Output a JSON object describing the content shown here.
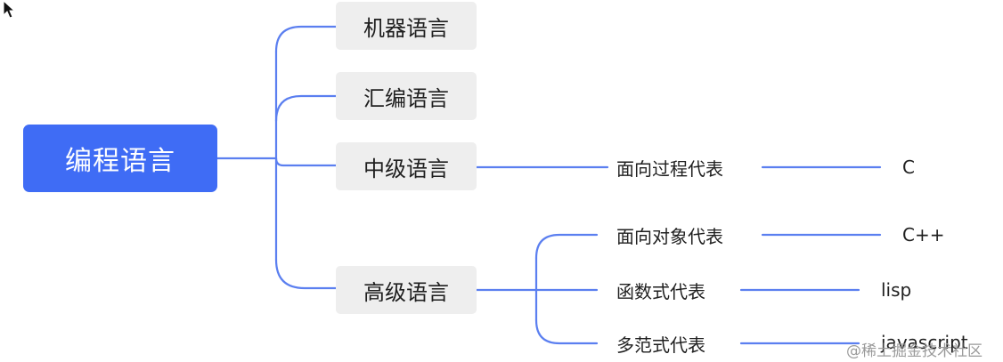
{
  "colors": {
    "root_bg": "#3f6cf5",
    "branch_bg": "#eeeeee",
    "connector": "#5b7ff0",
    "text": "#1f1f1f"
  },
  "mindmap": {
    "root": "编程语言",
    "branches": [
      {
        "label": "机器语言",
        "children": []
      },
      {
        "label": "汇编语言",
        "children": []
      },
      {
        "label": "中级语言",
        "children": [
          {
            "label": "面向过程代表",
            "children": [
              {
                "label": "C"
              }
            ]
          }
        ]
      },
      {
        "label": "高级语言",
        "children": [
          {
            "label": "面向对象代表",
            "children": [
              {
                "label": "C++"
              }
            ]
          },
          {
            "label": "函数式代表",
            "children": [
              {
                "label": "lisp"
              }
            ]
          },
          {
            "label": "多范式代表",
            "children": [
              {
                "label": "javascript"
              }
            ]
          }
        ]
      }
    ]
  },
  "watermark": {
    "text": "@稀土掘金技术社区",
    "icon": "at-icon"
  },
  "cursor": {
    "icon": "mouse-pointer-icon"
  }
}
